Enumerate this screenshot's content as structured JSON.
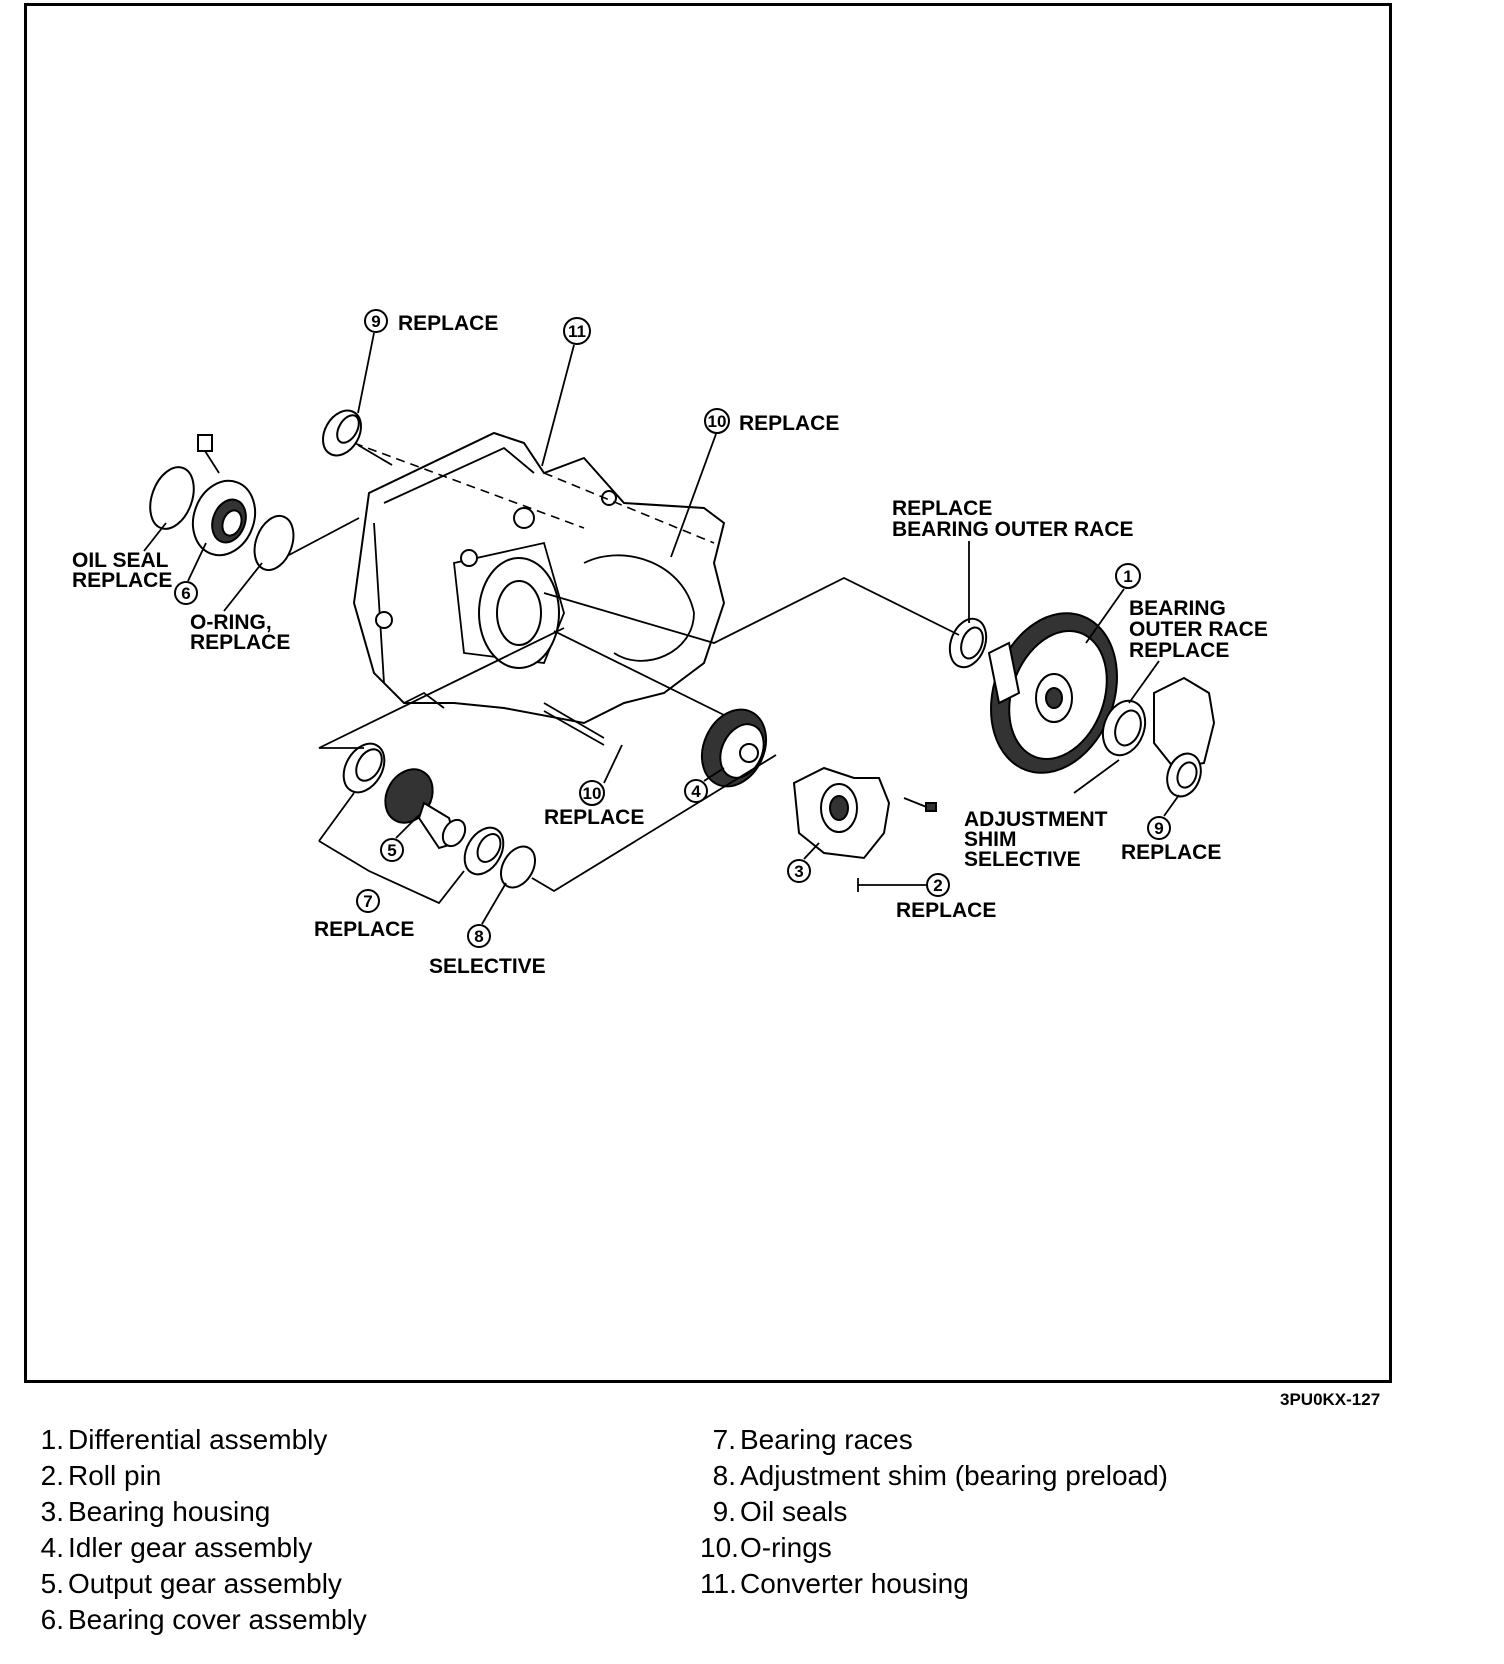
{
  "callouts": {
    "c9_top": {
      "num": "9",
      "text": "REPLACE"
    },
    "c11": {
      "num": "11"
    },
    "c10_top": {
      "num": "10",
      "text": "REPLACE"
    },
    "c_race_top": {
      "line1": "REPLACE",
      "line2": "BEARING OUTER RACE"
    },
    "c1": {
      "num": "1"
    },
    "c_race_right": {
      "line1": "BEARING",
      "line2": "OUTER RACE",
      "line3": "REPLACE"
    },
    "c_oilseal": {
      "line1": "OIL SEAL",
      "line2": "REPLACE"
    },
    "c6": {
      "num": "6"
    },
    "c_oring": {
      "line1": "O-RING,",
      "line2": "REPLACE"
    },
    "c10_mid": {
      "num": "10",
      "text": "REPLACE"
    },
    "c4": {
      "num": "4"
    },
    "c_shim": {
      "line1": "ADJUSTMENT",
      "line2": "SHIM",
      "line3": "SELECTIVE"
    },
    "c9_right": {
      "num": "9",
      "text": "REPLACE"
    },
    "c5": {
      "num": "5"
    },
    "c3": {
      "num": "3"
    },
    "c2": {
      "num": "2",
      "text": "REPLACE"
    },
    "c7": {
      "num": "7",
      "text": "REPLACE"
    },
    "c8": {
      "num": "8",
      "text": "SELECTIVE"
    }
  },
  "figure_code": "3PU0KX-127",
  "legend": {
    "left": [
      {
        "n": "1.",
        "text": "Differential assembly"
      },
      {
        "n": "2.",
        "text": "Roll pin"
      },
      {
        "n": "3.",
        "text": "Bearing housing"
      },
      {
        "n": "4.",
        "text": "Idler gear assembly"
      },
      {
        "n": "5.",
        "text": "Output gear assembly"
      },
      {
        "n": "6.",
        "text": "Bearing cover assembly"
      }
    ],
    "right": [
      {
        "n": "7.",
        "text": "Bearing races"
      },
      {
        "n": "8.",
        "text": "Adjustment shim (bearing preload)"
      },
      {
        "n": "9.",
        "text": "Oil seals"
      },
      {
        "n": "10.",
        "text": "O-rings"
      },
      {
        "n": "11.",
        "text": "Converter housing"
      }
    ]
  }
}
